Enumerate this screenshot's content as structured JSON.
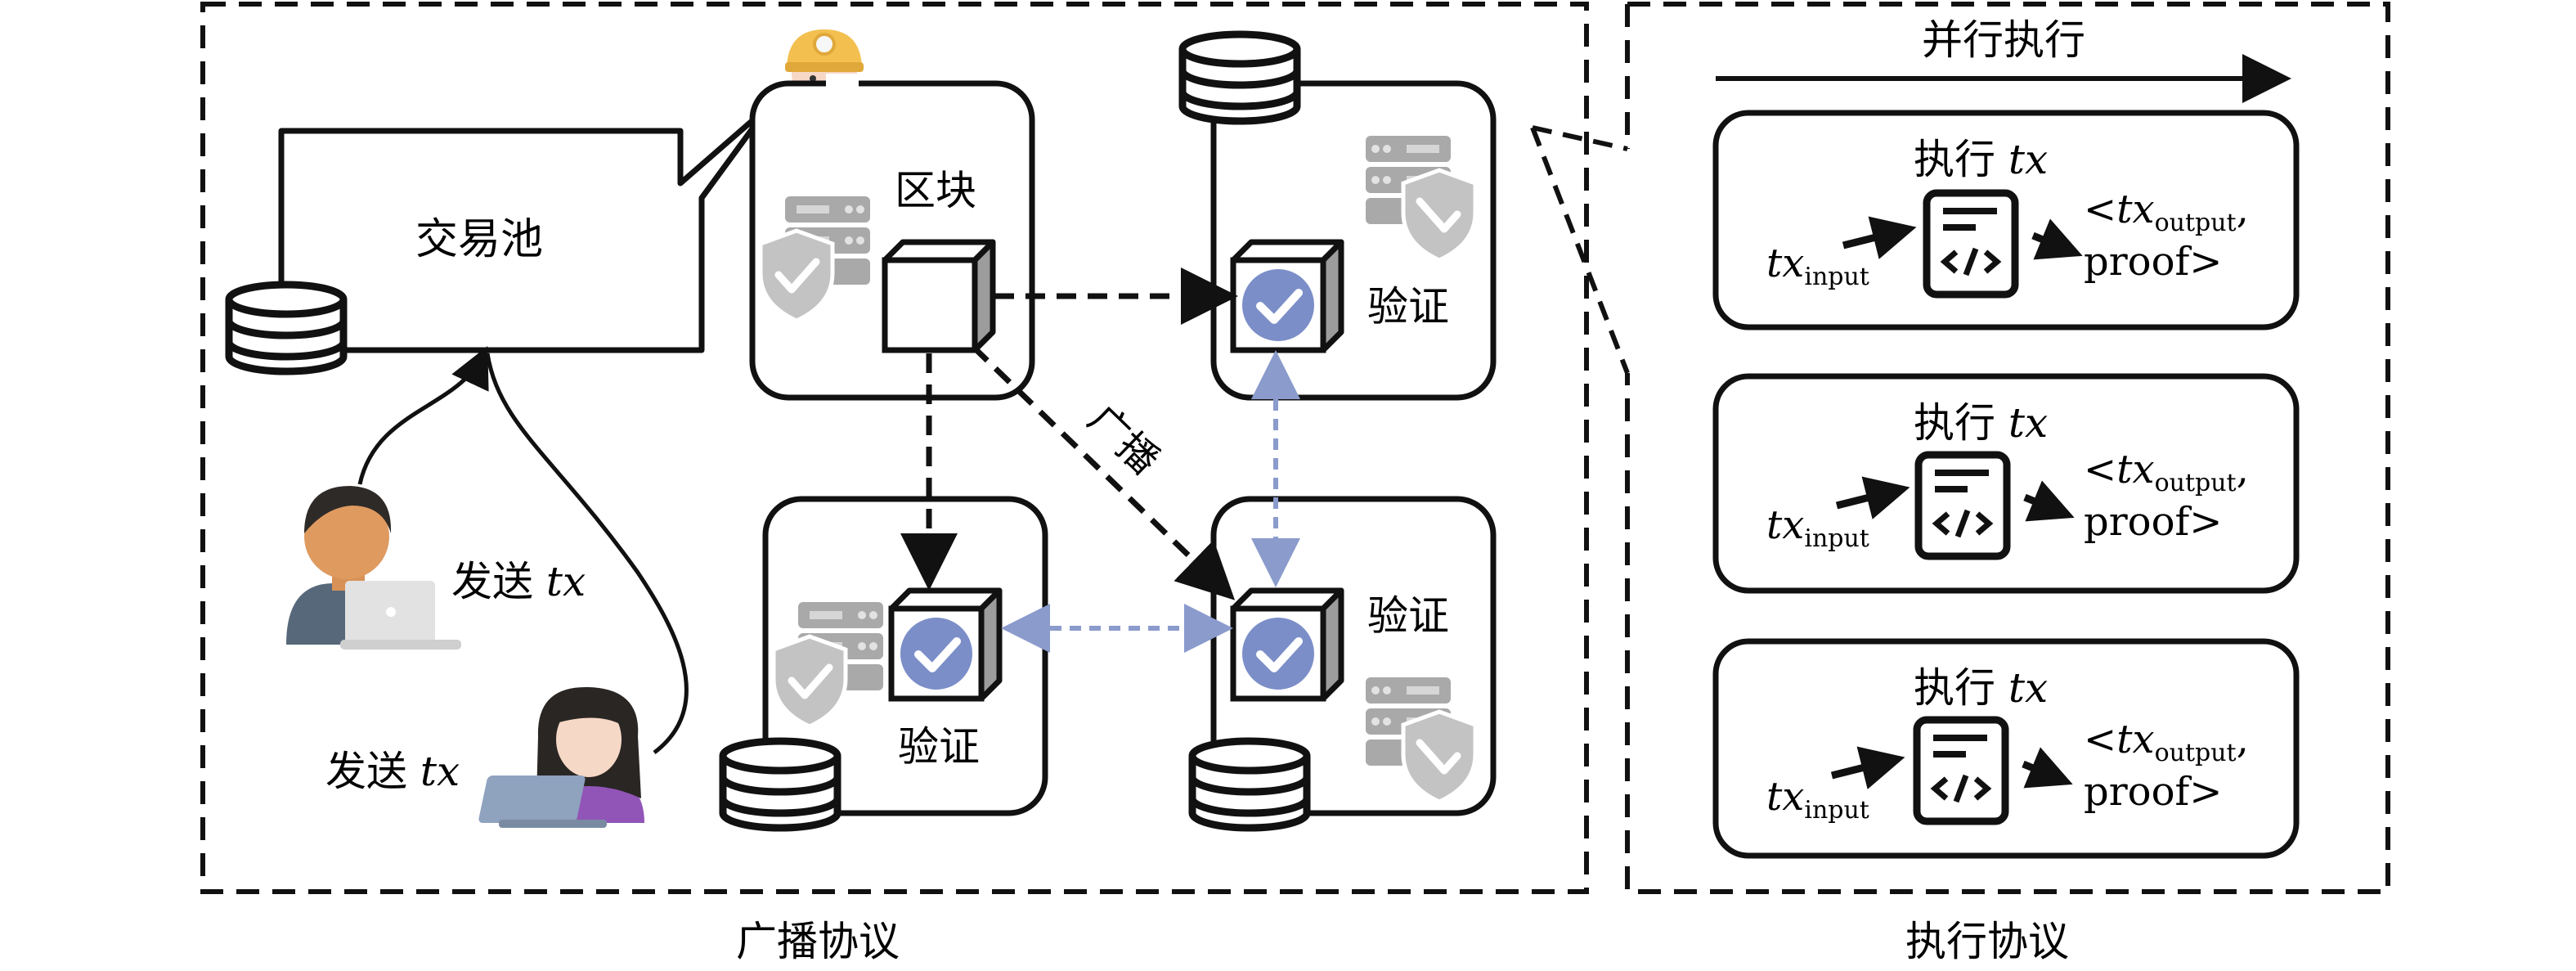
{
  "broadcast_panel": {
    "caption": "广播协议",
    "tx_pool_label": "交易池",
    "send_label_1": "发送 ",
    "send_label_2": "发送 ",
    "tx_var": "tx",
    "block_label": "区块",
    "broadcast_label": "广播",
    "verify_label_top": "验证",
    "verify_label_mid": "验证",
    "verify_label_bottom": "验证"
  },
  "execution_panel": {
    "caption": "执行协议",
    "header": "并行执行",
    "cards": [
      {
        "title": "执行 ",
        "title_var": "tx",
        "input_var": "tx",
        "input_sub": "input",
        "output_open": "<",
        "output_var": "tx",
        "output_sub": "output",
        "output_comma": ",",
        "proof": "proof>"
      },
      {
        "title": "执行 ",
        "title_var": "tx",
        "input_var": "tx",
        "input_sub": "input",
        "output_open": "<",
        "output_var": "tx",
        "output_sub": "output",
        "output_comma": ",",
        "proof": "proof>"
      },
      {
        "title": "执行 ",
        "title_var": "tx",
        "input_var": "tx",
        "input_sub": "input",
        "output_open": "<",
        "output_var": "tx",
        "output_sub": "output",
        "output_comma": ",",
        "proof": "proof>"
      }
    ]
  },
  "colors": {
    "stroke": "#111111",
    "dashed_blue": "#8a9bcc",
    "check_badge": "#7b8ec8",
    "server_gray": "#a9a9a9",
    "shield_gray": "#c3c3c3"
  },
  "icons": [
    "database-icon",
    "server-shield-icon",
    "cube-icon",
    "verified-cube-icon",
    "miner-avatar-icon",
    "user-laptop-icon",
    "code-document-icon"
  ]
}
